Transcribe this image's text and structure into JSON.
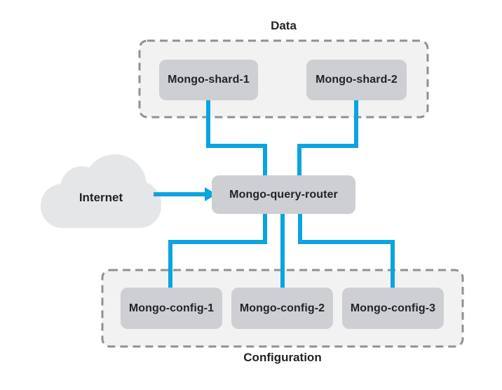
{
  "diagram_type": "mongodb-sharded-cluster-architecture",
  "groups": {
    "data": {
      "label": "Data"
    },
    "configuration": {
      "label": "Configuration"
    }
  },
  "nodes": {
    "shard1": {
      "label": "Mongo-shard-1"
    },
    "shard2": {
      "label": "Mongo-shard-2"
    },
    "router": {
      "label": "Mongo-query-router"
    },
    "config1": {
      "label": "Mongo-config-1"
    },
    "config2": {
      "label": "Mongo-config-2"
    },
    "config3": {
      "label": "Mongo-config-3"
    }
  },
  "cloud": {
    "label": "Internet"
  },
  "connections": [
    {
      "from": "Mongo-shard-1",
      "to": "Mongo-query-router"
    },
    {
      "from": "Mongo-shard-2",
      "to": "Mongo-query-router"
    },
    {
      "from": "Internet",
      "to": "Mongo-query-router",
      "arrow": true
    },
    {
      "from": "Mongo-query-router",
      "to": "Mongo-config-1"
    },
    {
      "from": "Mongo-query-router",
      "to": "Mongo-config-2"
    },
    {
      "from": "Mongo-query-router",
      "to": "Mongo-config-3"
    }
  ],
  "colors": {
    "line": "#0ba4e0",
    "node_fill": "#cdcfd2",
    "group_fill": "#f2f2f3",
    "group_border": "#8e9193",
    "cloud_fill": "#e4e6e8",
    "text": "#212427",
    "bg": "#ffffff"
  }
}
